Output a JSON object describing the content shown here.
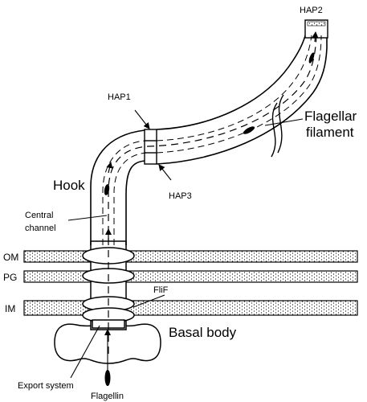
{
  "diagram": {
    "labels": {
      "hap2": "HAP2",
      "hap1": "HAP1",
      "hap3": "HAP3",
      "flagellar_line1": "Flagellar",
      "flagellar_line2": "filament",
      "hook": "Hook",
      "central_line1": "Central",
      "central_line2": "channel",
      "om": "OM",
      "pg": "PG",
      "im": "IM",
      "flif": "FliF",
      "basal_body": "Basal body",
      "export_system": "Export system",
      "flagellin": "Flagellin"
    },
    "colors": {
      "ink": "#000000",
      "paper": "#ffffff"
    }
  }
}
